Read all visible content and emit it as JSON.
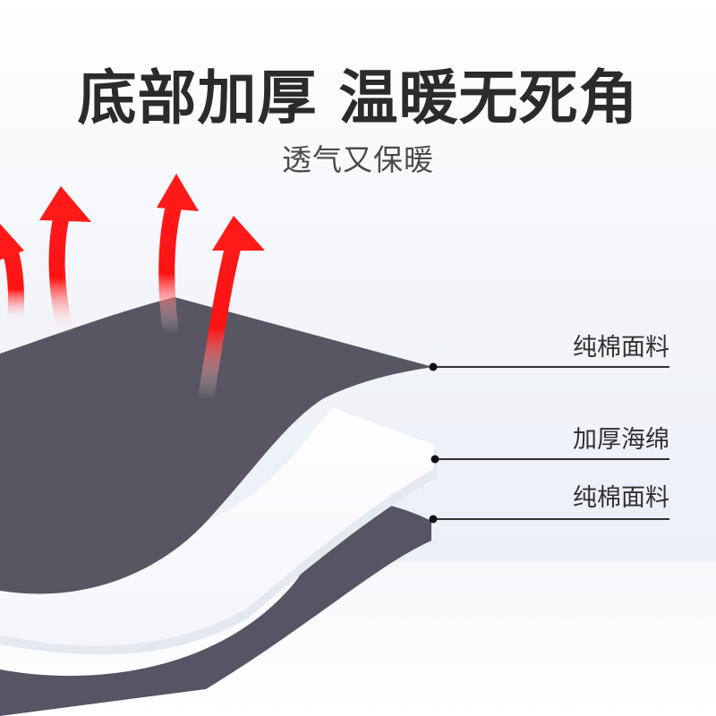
{
  "headline": "底部加厚 温暖无死角",
  "subheadline": "透气又保暖",
  "layers": [
    {
      "label": "纯棉面料"
    },
    {
      "label": "加厚海绵"
    },
    {
      "label": "纯棉面料"
    }
  ],
  "colors": {
    "background_top": "#f5f6fa",
    "background_bottom": "#e9edf5",
    "dark_fabric": "#575463",
    "foam_white": "#ffffff",
    "arrow_red": "#ea1010",
    "text_dark": "#2b2b2b"
  },
  "icons": {
    "arrow": "heat-up-arrow-icon",
    "marker": "dot-marker-icon"
  }
}
